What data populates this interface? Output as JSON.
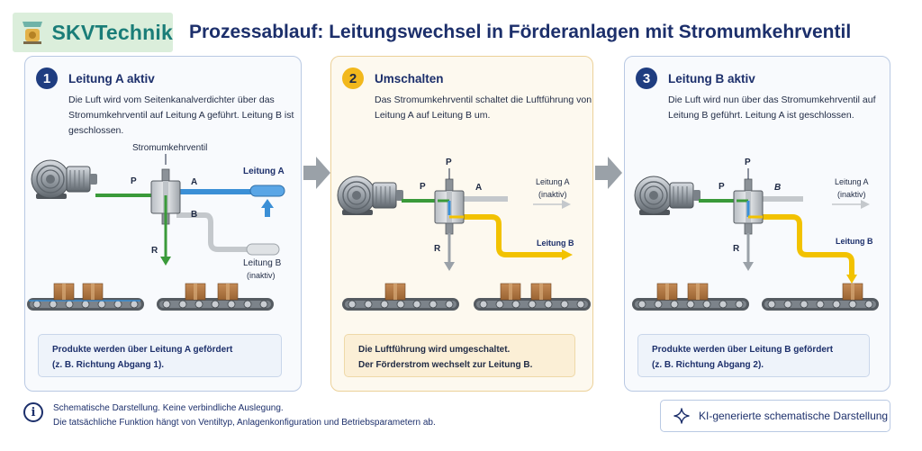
{
  "brand": {
    "name": "SKVTechnik",
    "icon": "logo-figure-icon"
  },
  "title": "Prozessablauf: Leitungswechsel in Förderanlagen mit Stromumkehrventil",
  "steps": [
    {
      "number": "1",
      "title": "Leitung A aktiv",
      "desc": "Die Luft wird vom Seitenkanalverdichter über das Stromumkehrventil auf Leitung A geführt. Leitung B ist geschlossen.",
      "labels": {
        "valve": "Stromumkehrventil",
        "p": "P",
        "a": "A",
        "b": "B",
        "r": "R",
        "line_a": "Leitung A",
        "line_b": "Leitung B",
        "line_b_state": "(inaktiv)"
      },
      "note": [
        "Produkte werden über Leitung A gefördert",
        "(z. B. Richtung Abgang 1)."
      ]
    },
    {
      "number": "2",
      "title": "Umschalten",
      "desc": "Das Stromumkehrventil schaltet die Luftführung von Leitung A auf Leitung B um.",
      "labels": {
        "p": "P",
        "a": "A",
        "r": "R",
        "line_a": "Leitung A",
        "line_a_state": "(inaktiv)",
        "line_b": "Leitung B"
      },
      "note": [
        "Die Luftführung wird umgeschaltet.",
        "Der Förderstrom wechselt zur Leitung B."
      ]
    },
    {
      "number": "3",
      "title": "Leitung B aktiv",
      "desc": "Die Luft wird nun über das Stromumkehrventil auf Leitung B geführt. Leitung A ist geschlossen.",
      "labels": {
        "p": "P",
        "b": "B",
        "r": "R",
        "line_a": "Leitung A",
        "line_a_state": "(inaktiv)",
        "line_b": "Leitung B"
      },
      "note": [
        "Produkte werden über Leitung B gefördert",
        "(z. B. Richtung Abgang 2)."
      ]
    }
  ],
  "footer": {
    "info_icon": "info-icon",
    "line1": "Schematische Darstellung. Keine verbindliche Auslegung.",
    "line2": "Die tatsächliche Funktion hängt von Ventiltyp, Anlagenkonfiguration und Betriebsparametern ab.",
    "badge": "KI-generierte schematische Darstellung",
    "badge_icon": "sparkle-icon"
  },
  "colors": {
    "active_air": "#3a9a3a",
    "line_a": "#3b8fd6",
    "line_b": "#f2c200",
    "inactive": "#c4c8cc",
    "navy": "#1c2f6b",
    "gold": "#f2b81c"
  }
}
